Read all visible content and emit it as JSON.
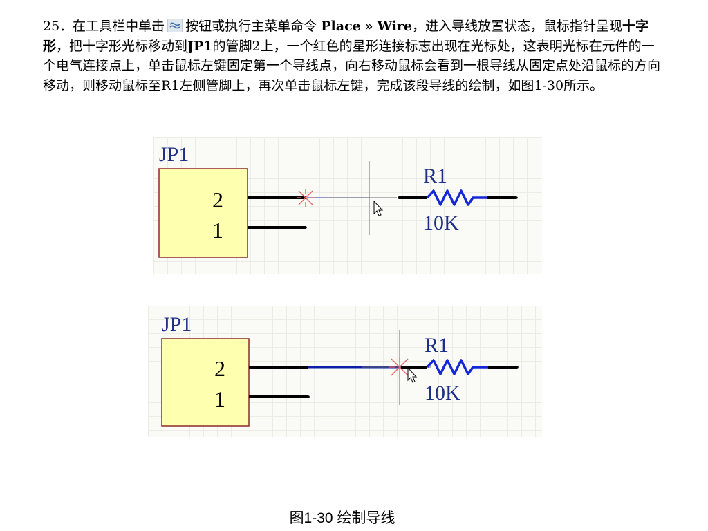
{
  "instruction": {
    "part1": "25．在工具栏中单击",
    "tool_icon": "place-wire-icon",
    "part2": "按钮或执行主菜单命令",
    "menu_place": "Place",
    "menu_sep": "»",
    "menu_wire": "Wire",
    "part3": "，进入导线放置状态，鼠标指针呈现",
    "cursor_shape": "十字形",
    "part4": "，把十字形光标移动到",
    "component_jp1": "JP1",
    "part5": "的管脚2上，一个红色的星形连接标志出现在光标处，这表明光标在元件的一个电气连接点上，单击鼠标左键固定第一个导线点，向右移动鼠标会看到一根导线从固定点处沿鼠标的方向移动，则移动鼠标至R1左侧管脚上，再次单击鼠标左键，完成该段导线的绘制，如图1-30所示。"
  },
  "figures": [
    {
      "designator_connector": "JP1",
      "pin_top": "2",
      "pin_bottom": "1",
      "designator_resistor": "R1",
      "resistor_value": "10K",
      "state": "wire-in-progress"
    },
    {
      "designator_connector": "JP1",
      "pin_top": "2",
      "pin_bottom": "1",
      "designator_resistor": "R1",
      "resistor_value": "10K",
      "state": "wire-completed"
    }
  ],
  "colors": {
    "designator_text": "#1e2f87",
    "component_body": "#ffffb0",
    "component_border": "#8b2a2a",
    "wire": "#0a1ea8",
    "pin_line": "#000000",
    "resistor": "#1428d8",
    "snap_marker": "#e46464",
    "crosshair": "#6a6a6a"
  },
  "caption": "图1-30 绘制导线"
}
